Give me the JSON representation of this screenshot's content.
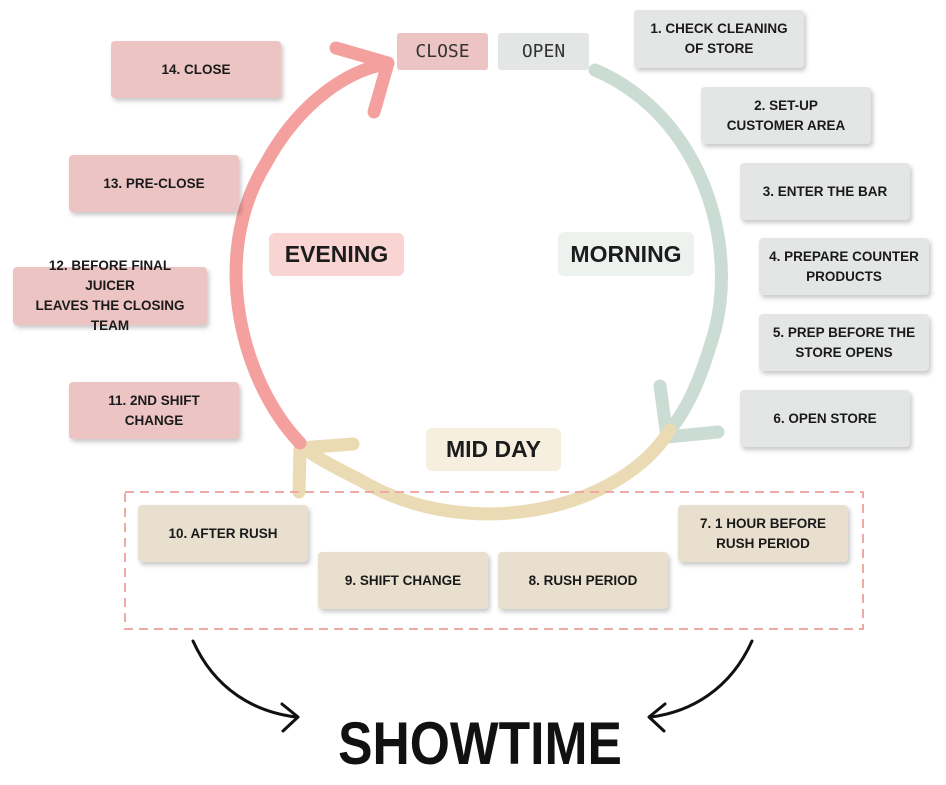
{
  "colors": {
    "morning_arc": "#cadcd3",
    "midday_arc": "#eadbb4",
    "evening_arc": "#f4a09e",
    "morning_box": "#e3e6e4",
    "midday_box": "#e8dfcf",
    "evening_box": "#ecc4c3",
    "showtime_border": "#f0aaa4"
  },
  "cycle": {
    "close_label": "CLOSE",
    "open_label": "OPEN"
  },
  "phases": {
    "morning": "MORNING",
    "mid_day": "MID DAY",
    "evening": "EVENING"
  },
  "steps": {
    "s1": "1. CHECK CLEANING\nOF STORE",
    "s2": "2. SET-UP\nCUSTOMER AREA",
    "s3": "3. ENTER THE BAR",
    "s4": "4. PREPARE COUNTER\nPRODUCTS",
    "s5": "5. PREP BEFORE THE\nSTORE OPENS",
    "s6": "6. OPEN STORE",
    "s7": "7. 1 HOUR BEFORE\nRUSH PERIOD",
    "s8": "8. RUSH PERIOD",
    "s9": "9. SHIFT CHANGE",
    "s10": "10. AFTER RUSH",
    "s11": "11. 2ND SHIFT CHANGE",
    "s12": "12. BEFORE FINAL JUICER\nLEAVES THE CLOSING TEAM",
    "s13": "13. PRE-CLOSE",
    "s14": "14. CLOSE"
  },
  "showtime": "SHOWTIME"
}
